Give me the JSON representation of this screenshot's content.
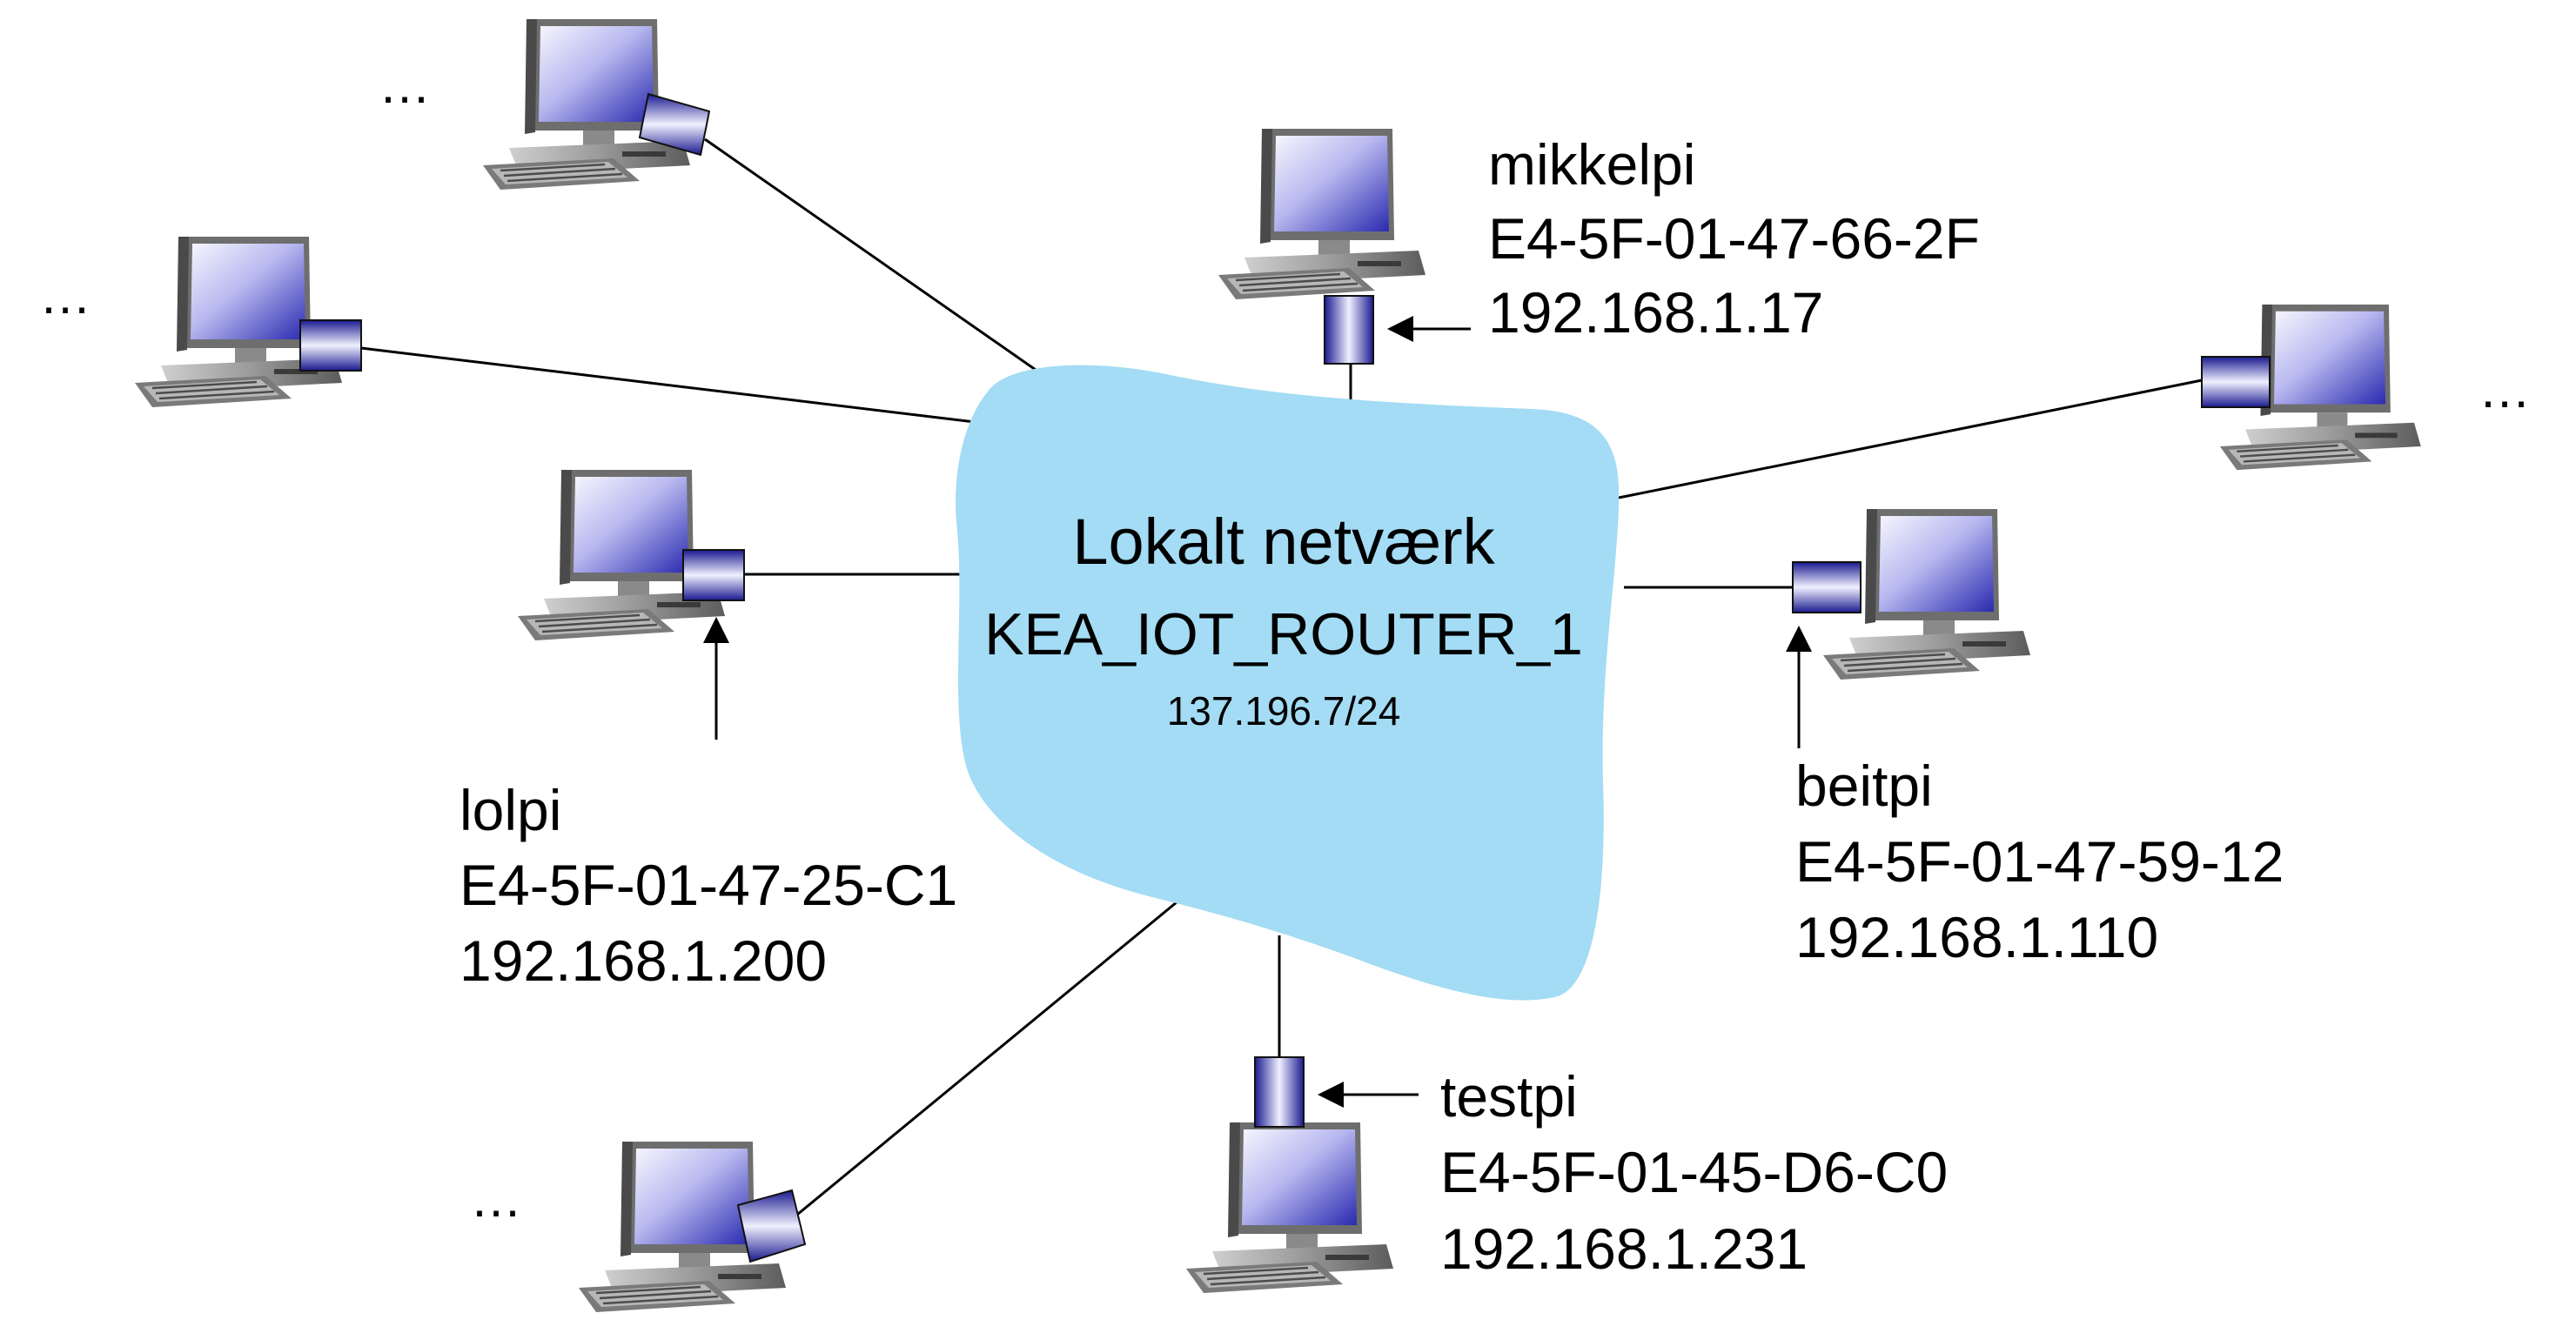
{
  "network": {
    "title": "Lokalt netværk",
    "router": "KEA_IOT_ROUTER_1",
    "subnet": "137.196.7/24"
  },
  "hosts": {
    "mikkelpi": {
      "name": "mikkelpi",
      "mac": "E4-5F-01-47-66-2F",
      "ip": "192.168.1.17"
    },
    "lolpi": {
      "name": "lolpi",
      "mac": "E4-5F-01-47-25-C1",
      "ip": "192.168.1.200"
    },
    "beitpi": {
      "name": "beitpi",
      "mac": "E4-5F-01-47-59-12",
      "ip": "192.168.1.110"
    },
    "testpi": {
      "name": "testpi",
      "mac": "E4-5F-01-45-D6-C0",
      "ip": "192.168.1.231"
    }
  },
  "ellipsis": "…",
  "colors": {
    "cloud": "#a3dcf4",
    "screen_light": "#f4f4fc",
    "screen_dark": "#2a2ab0",
    "adapter": "#2020a0",
    "computer_body": "#9a9a9a",
    "line": "#000000"
  },
  "icons": {
    "computer": "desktop-computer-icon",
    "adapter": "network-adapter-icon"
  }
}
